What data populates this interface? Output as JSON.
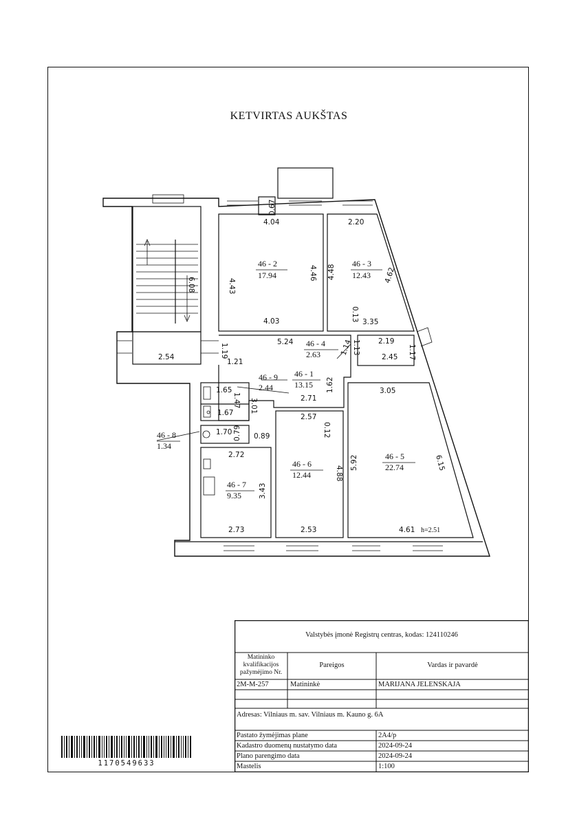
{
  "floor_title": "KETVIRTAS AUKŠTAS",
  "rooms": [
    {
      "code": "46 - 2",
      "area": "17.94"
    },
    {
      "code": "46 - 3",
      "area": "12.43"
    },
    {
      "code": "46 - 4",
      "area": "2.63"
    },
    {
      "code": "46 - 1",
      "area": "13.15"
    },
    {
      "code": "46 - 9",
      "area": "2.44"
    },
    {
      "code": "46 - 8",
      "area": "1.34"
    },
    {
      "code": "46 - 7",
      "area": "9.35"
    },
    {
      "code": "46 - 6",
      "area": "12.44"
    },
    {
      "code": "46 - 5",
      "area": "22.74"
    }
  ],
  "dimensions": {
    "d_067": "0.67",
    "d_404": "4.04",
    "d_220": "2.20",
    "d_443": "4.43",
    "d_446": "4.46",
    "d_448": "4.48",
    "d_462": "4.62",
    "d_608": "6.08",
    "d_403": "4.03",
    "d_013": "0.13",
    "d_335": "3.35",
    "d_524": "5.24",
    "d_219": "2.19",
    "d_254": "2.54",
    "d_119": "1.19",
    "d_114": "1.14",
    "d_113": "1.13",
    "d_245": "2.45",
    "d_117": "1.17",
    "d_121": "1.21",
    "d_165": "1.65",
    "d_147": "1.47",
    "d_301": "3.01",
    "d_271": "2.71",
    "d_162": "1.62",
    "d_305": "3.05",
    "d_167": "1.67",
    "d_257": "2.57",
    "d_012": "0.12",
    "d_170": "1.70",
    "d_079": "0.79",
    "d_089": "0.89",
    "d_272": "2.72",
    "d_592": "5.92",
    "d_615": "6.15",
    "d_488": "4.88",
    "d_343": "3.43",
    "d_273": "2.73",
    "d_253": "2.53",
    "d_461": "4.61",
    "height": "h=2.51"
  },
  "title_block": {
    "organization": "Valstybės įmonė Registrų centras, kodas: 124110246",
    "col_license": "Matininko kvalifikacijos pažymėjimo Nr.",
    "col_role": "Pareigos",
    "col_name": "Vardas ir pavardė",
    "license_no": "2M-M-257",
    "role": "Matininkė",
    "name": "MARIJANA JELENSKAJA",
    "address": "Adresas: Vilniaus m. sav. Vilniaus m. Kauno g. 6A",
    "rows": [
      {
        "label": "Pastato žymėjimas plane",
        "value": "2A4/p"
      },
      {
        "label": "Kadastro duomenų nustatymo data",
        "value": "2024-09-24"
      },
      {
        "label": "Plano parengimo data",
        "value": "2024-09-24"
      },
      {
        "label": "Mastelis",
        "value": "1:100"
      }
    ]
  },
  "barcode_number": "1170549633"
}
